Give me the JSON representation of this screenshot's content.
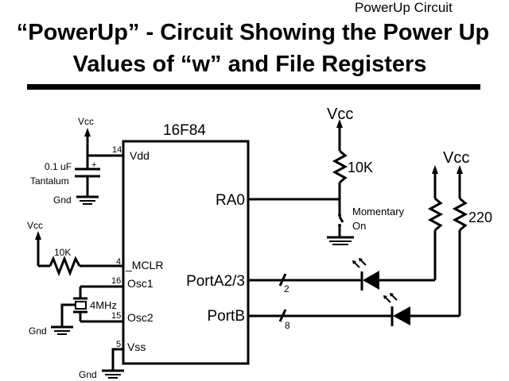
{
  "header": {
    "slide_label": "PowerUp Circuit",
    "title_line1": "“PowerUp” - Circuit Showing the Power Up",
    "title_line2": "Values of “w” and File Registers"
  },
  "chip": {
    "name": "16F84",
    "left_pins": [
      {
        "number": "14",
        "label": "Vdd"
      },
      {
        "number": "4",
        "label": "_MCLR"
      },
      {
        "number": "16",
        "label": "Osc1"
      },
      {
        "number": "15",
        "label": "Osc2"
      },
      {
        "number": "5",
        "label": "Vss"
      }
    ],
    "right_pins": [
      {
        "label": "RA0"
      },
      {
        "label": "PortA2/3",
        "bus_width": "2"
      },
      {
        "label": "PortB",
        "bus_width": "8"
      }
    ]
  },
  "components": {
    "decoupling_cap": {
      "value": "0.1 uF",
      "type": "Tantalum",
      "polarity": "+"
    },
    "mclr_resistor": {
      "value": "10K"
    },
    "crystal": {
      "value": "4MHz"
    },
    "pullup_resistor": {
      "value": "10K"
    },
    "switch": {
      "label_line1": "Momentary",
      "label_line2": "On"
    },
    "led_resistor": {
      "value": "220"
    }
  },
  "power": {
    "vcc": "Vcc",
    "gnd": "Gnd"
  }
}
